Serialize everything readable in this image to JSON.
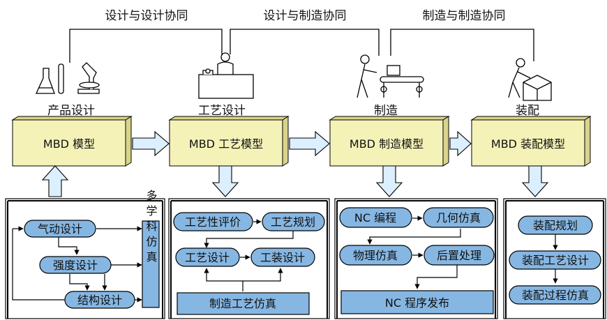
{
  "collaboration": {
    "design_design": "设计与设计协同",
    "design_manufacturing": "设计与制造协同",
    "manufacturing_manufacturing": "制造与制造协同"
  },
  "stages": {
    "product_design": "产品设计",
    "process_design": "工艺设计",
    "manufacturing": "制造",
    "assembly": "装配"
  },
  "models": {
    "mbd": "MBD 模型",
    "process": "MBD 工艺模型",
    "manufacturing": "MBD 制造模型",
    "assembly": "MBD 装配模型"
  },
  "panel_design": {
    "pneumatic": "气动设计",
    "strength": "强度设计",
    "structure": "结构设计",
    "multidisciplinary": "多学科仿真"
  },
  "panel_process": {
    "evaluation": "工艺性评价",
    "planning": "工艺规划",
    "process_design": "工艺设计",
    "tooling_design": "工装设计",
    "simulation": "制造工艺仿真"
  },
  "panel_manufacturing": {
    "nc_programming": "NC 编程",
    "geometric_sim": "几何仿真",
    "physical_sim": "物理仿真",
    "post_processing": "后置处理",
    "nc_release": "NC 程序发布"
  },
  "panel_assembly": {
    "planning": "装配规划",
    "process_design": "装配工艺设计",
    "process_sim": "装配过程仿真"
  },
  "colors": {
    "model_front": "#f5f2b8",
    "model_side": "#d9d48c",
    "pill_fill": "#86b7e3",
    "box_fill": "#86b7e3",
    "arrow_fill": "#dcefff",
    "line": "#000000"
  }
}
